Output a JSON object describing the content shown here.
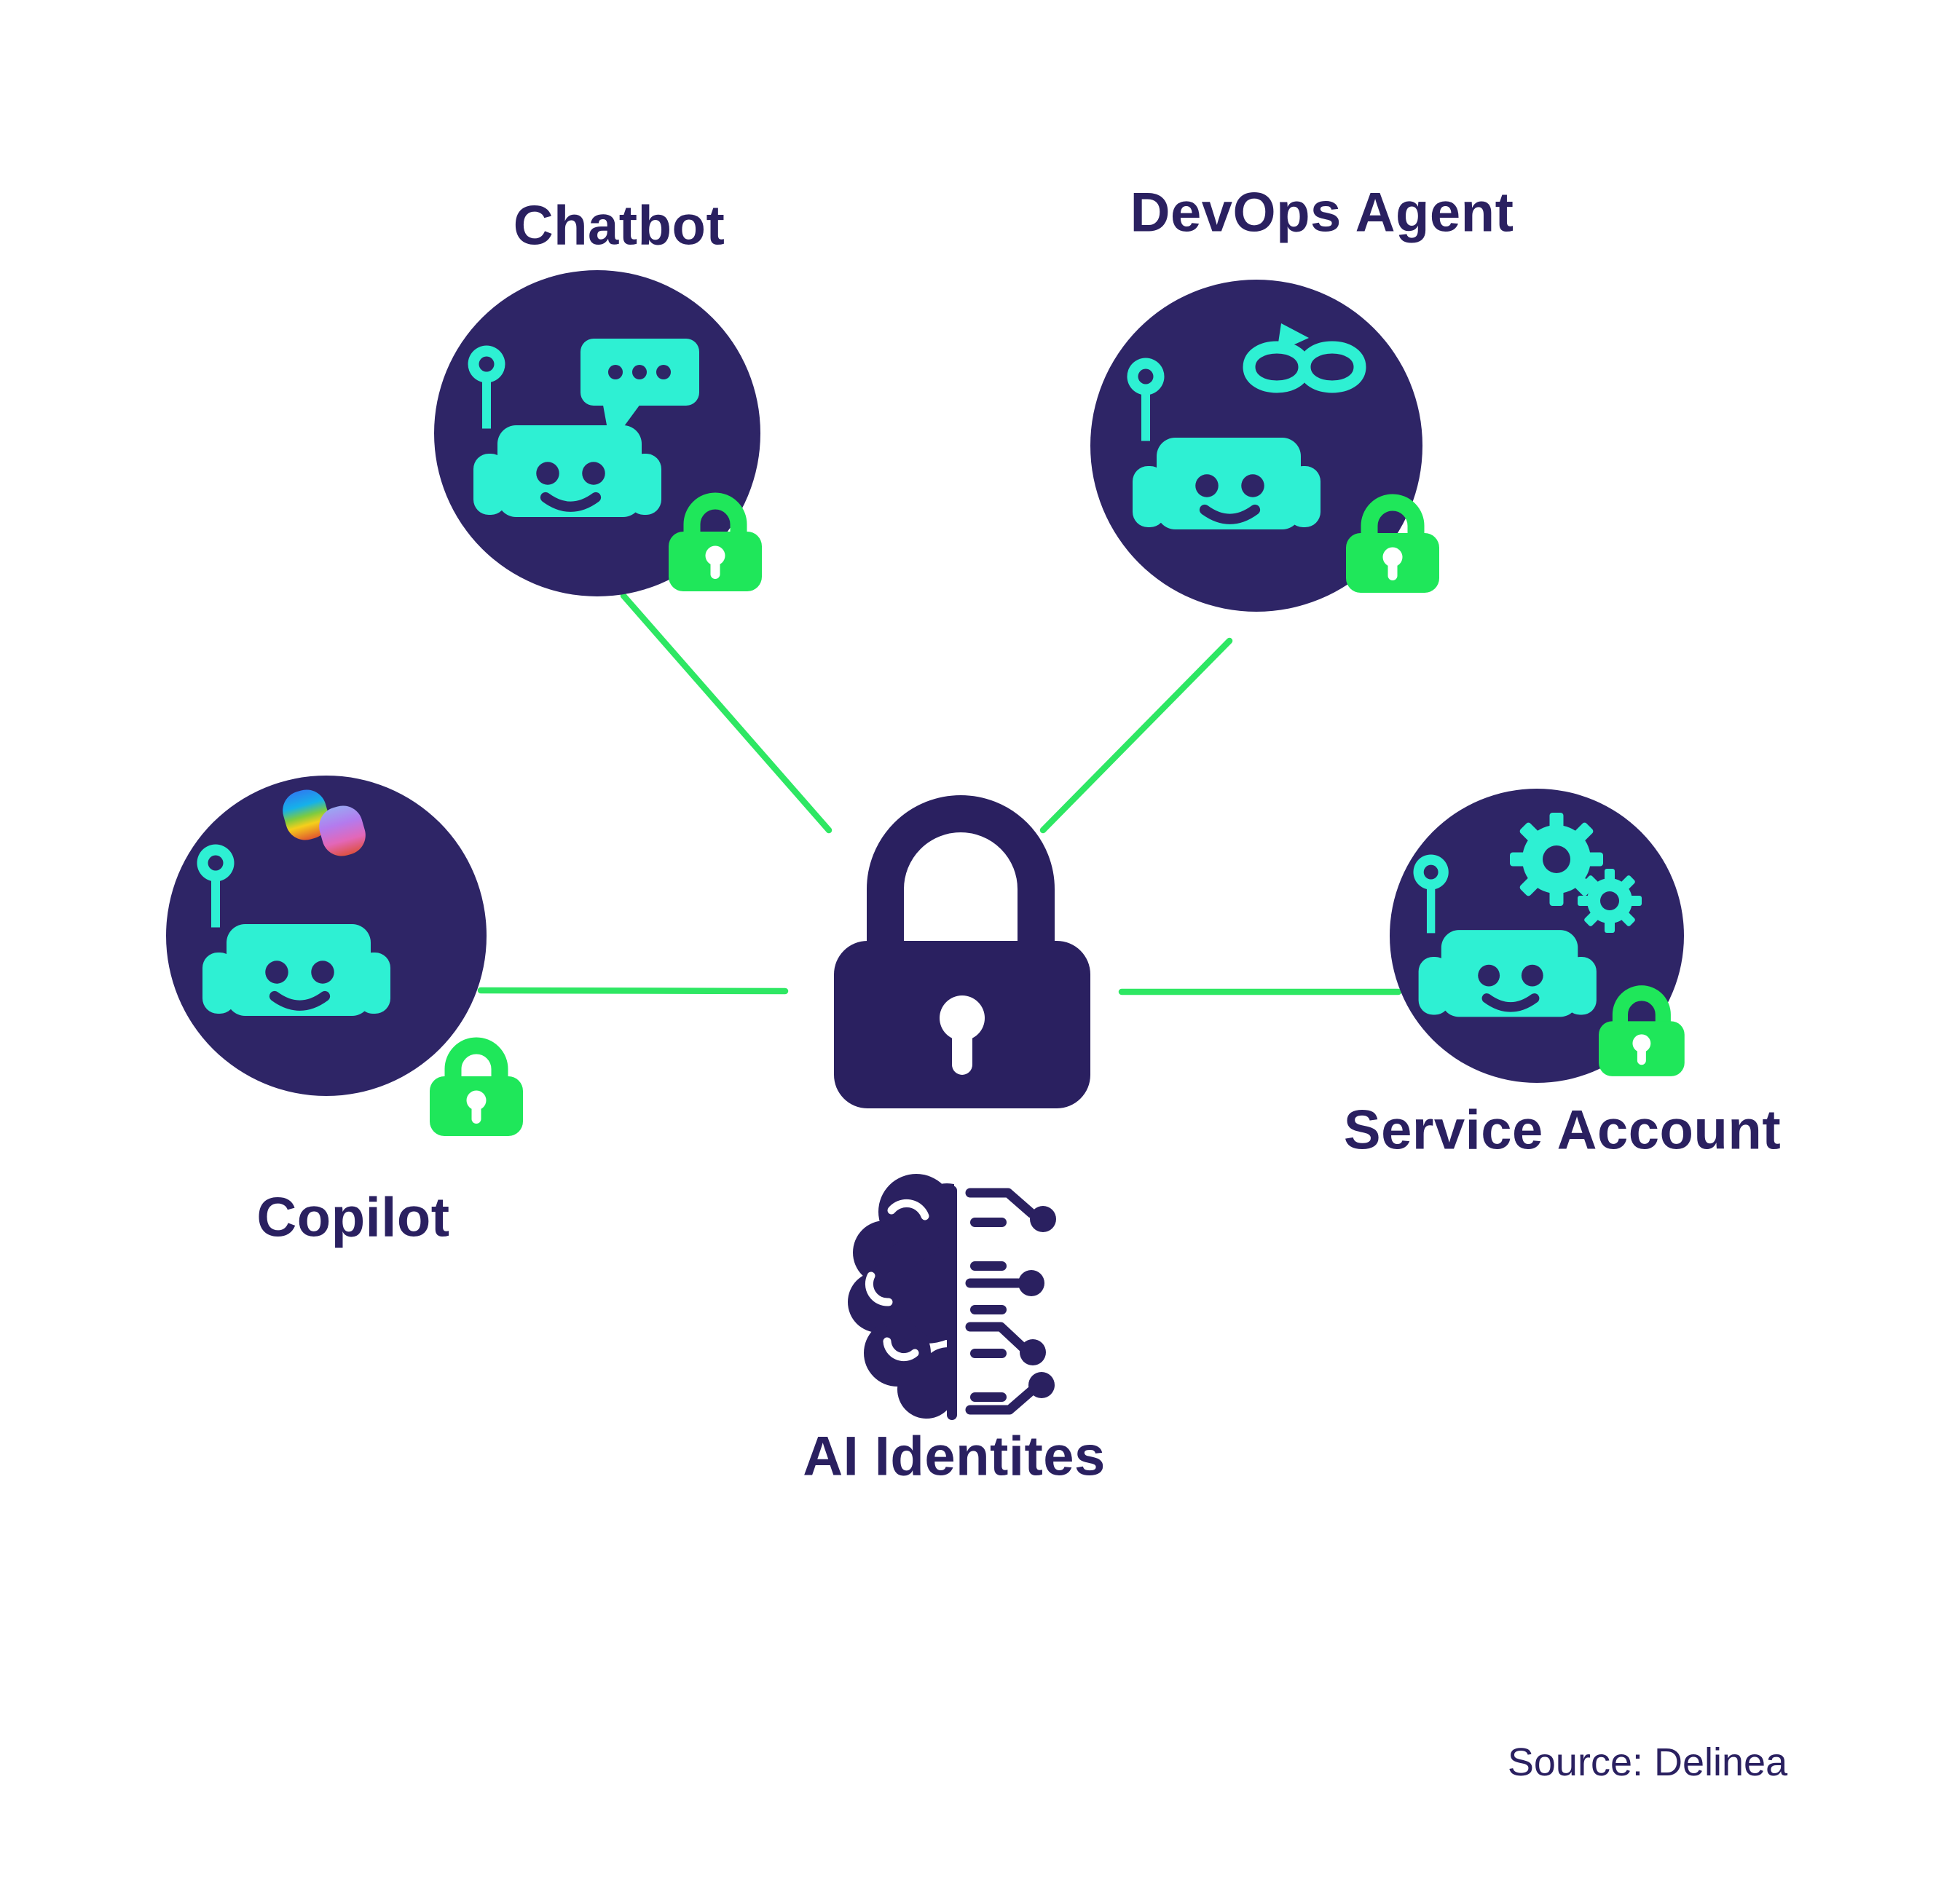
{
  "diagram": {
    "title": "AI identities secured diagram",
    "center": {
      "label": "AI Identites",
      "lock_icon": "central-padlock-icon",
      "brain_icon": "ai-brain-circuit-icon"
    },
    "nodes": [
      {
        "id": "chatbot",
        "label": "Chatbot",
        "icon": "chatbot-robot-icon",
        "accessory_icon": "speech-bubble-icon",
        "lock_icon": "green-padlock-icon"
      },
      {
        "id": "devops-agent",
        "label": "DevOps Agent",
        "icon": "devops-robot-icon",
        "accessory_icon": "infinity-loop-icon",
        "lock_icon": "green-padlock-icon"
      },
      {
        "id": "copilot",
        "label": "Copilot",
        "icon": "copilot-robot-icon",
        "accessory_icon": "copilot-logo-icon",
        "lock_icon": "green-padlock-icon"
      },
      {
        "id": "service-account",
        "label": "Service Account",
        "icon": "service-robot-icon",
        "accessory_icon": "gears-icon",
        "lock_icon": "green-padlock-icon"
      }
    ],
    "footer": {
      "source": "Source: Delinea"
    },
    "colors": {
      "background": "#ffffff",
      "circle_navy": "#2e2566",
      "ink_navy": "#2a2060",
      "robot_teal": "#2ef0d3",
      "lock_green": "#1fe75a",
      "line_green": "#2ee763"
    }
  }
}
